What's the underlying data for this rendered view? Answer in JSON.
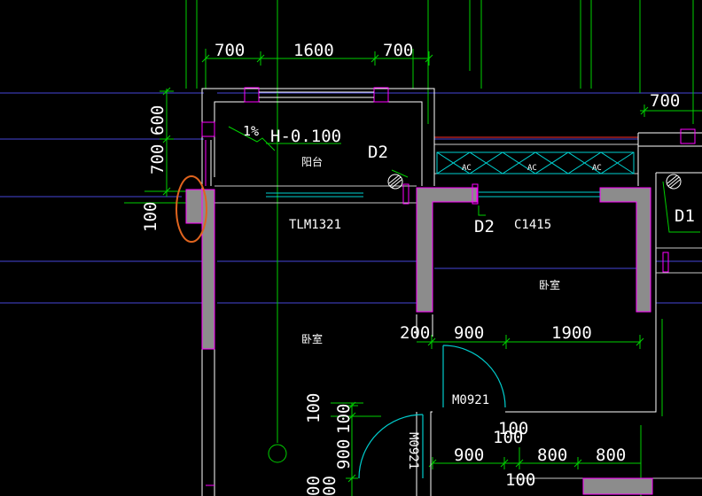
{
  "dimensions": {
    "top": [
      "700",
      "1600",
      "700"
    ],
    "top_right": "700",
    "left_vertical": [
      "600",
      "700",
      "100"
    ],
    "middle_row": [
      "200",
      "900",
      "1900"
    ],
    "lower_vertical": [
      "100",
      "100"
    ],
    "lower_left_vertical": [
      "900",
      "00",
      "00"
    ],
    "bottom_row": [
      "900",
      "100",
      "800",
      "800"
    ],
    "bottom_extra": [
      "100",
      "100"
    ]
  },
  "labels": {
    "slope": "1%",
    "elevation": "H-0.100",
    "balcony": "阳台",
    "door_tlm": "TLM1321",
    "d2_upper": "D2",
    "d2_lower": "D2",
    "d1": "D1",
    "window": "C1415",
    "bedroom_right": "卧室",
    "bedroom_left": "卧室",
    "door_m_h": "M0921",
    "door_m_v": "M0921",
    "ac": [
      "AC",
      "AC",
      "AC"
    ]
  },
  "colors": {
    "background": "#000000",
    "axis": "#00ff00",
    "wall_outline": "#ffffff",
    "wall_fill": "#8c8c8c",
    "column_magenta": "#ff00ff",
    "grid_blue": "#4040ff",
    "annotation_red": "#ff3030",
    "highlight_orange": "#e0641e",
    "door_swing": "#00cccc",
    "text_white": "#ffffff"
  }
}
